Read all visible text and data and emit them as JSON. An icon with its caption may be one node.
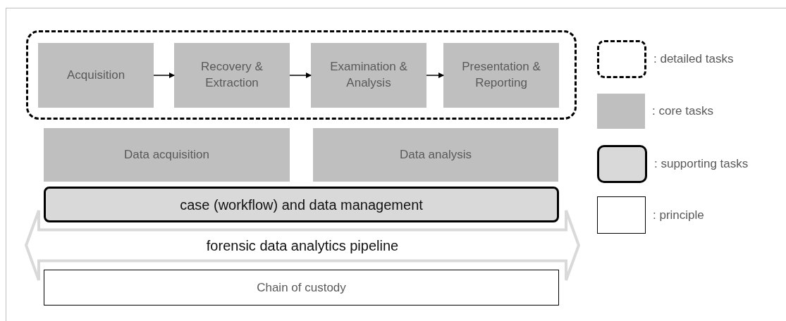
{
  "diagram": {
    "nodes": [
      {
        "text": [],
        "shape": "box"
      },
      {
        "text": [
          "Acquisition"
        ],
        "in": 0
      },
      {
        "text": [
          "Recovery & Extraction"
        ],
        "in": 0
      },
      {
        "text": [
          "Examination & Analysis"
        ],
        "in": 0
      },
      {
        "text": [
          "Presentation & Reporting"
        ],
        "in": 0
      },
      {
        "text": [
          "Data acquisition"
        ]
      },
      {
        "text": [
          "Data analysis"
        ]
      },
      {
        "text": [
          "case (workflow) and data management"
        ]
      },
      {
        "text": [
          "forensic data analytics pipeline"
        ]
      },
      {
        "text": [
          "Chain of custody"
        ]
      }
    ],
    "edges": [
      {
        "from": 1,
        "to": 2,
        "arrow": "to"
      },
      {
        "from": 2,
        "to": 3,
        "arrow": "to"
      },
      {
        "from": 3,
        "to": 4,
        "arrow": "to"
      }
    ],
    "legend": [
      {
        "text": ": detailed tasks"
      },
      {
        "text": ": core tasks",
        "color": "#bfbfbf"
      },
      {
        "text": ": supporting tasks"
      },
      {
        "text": ": principle"
      }
    ]
  }
}
